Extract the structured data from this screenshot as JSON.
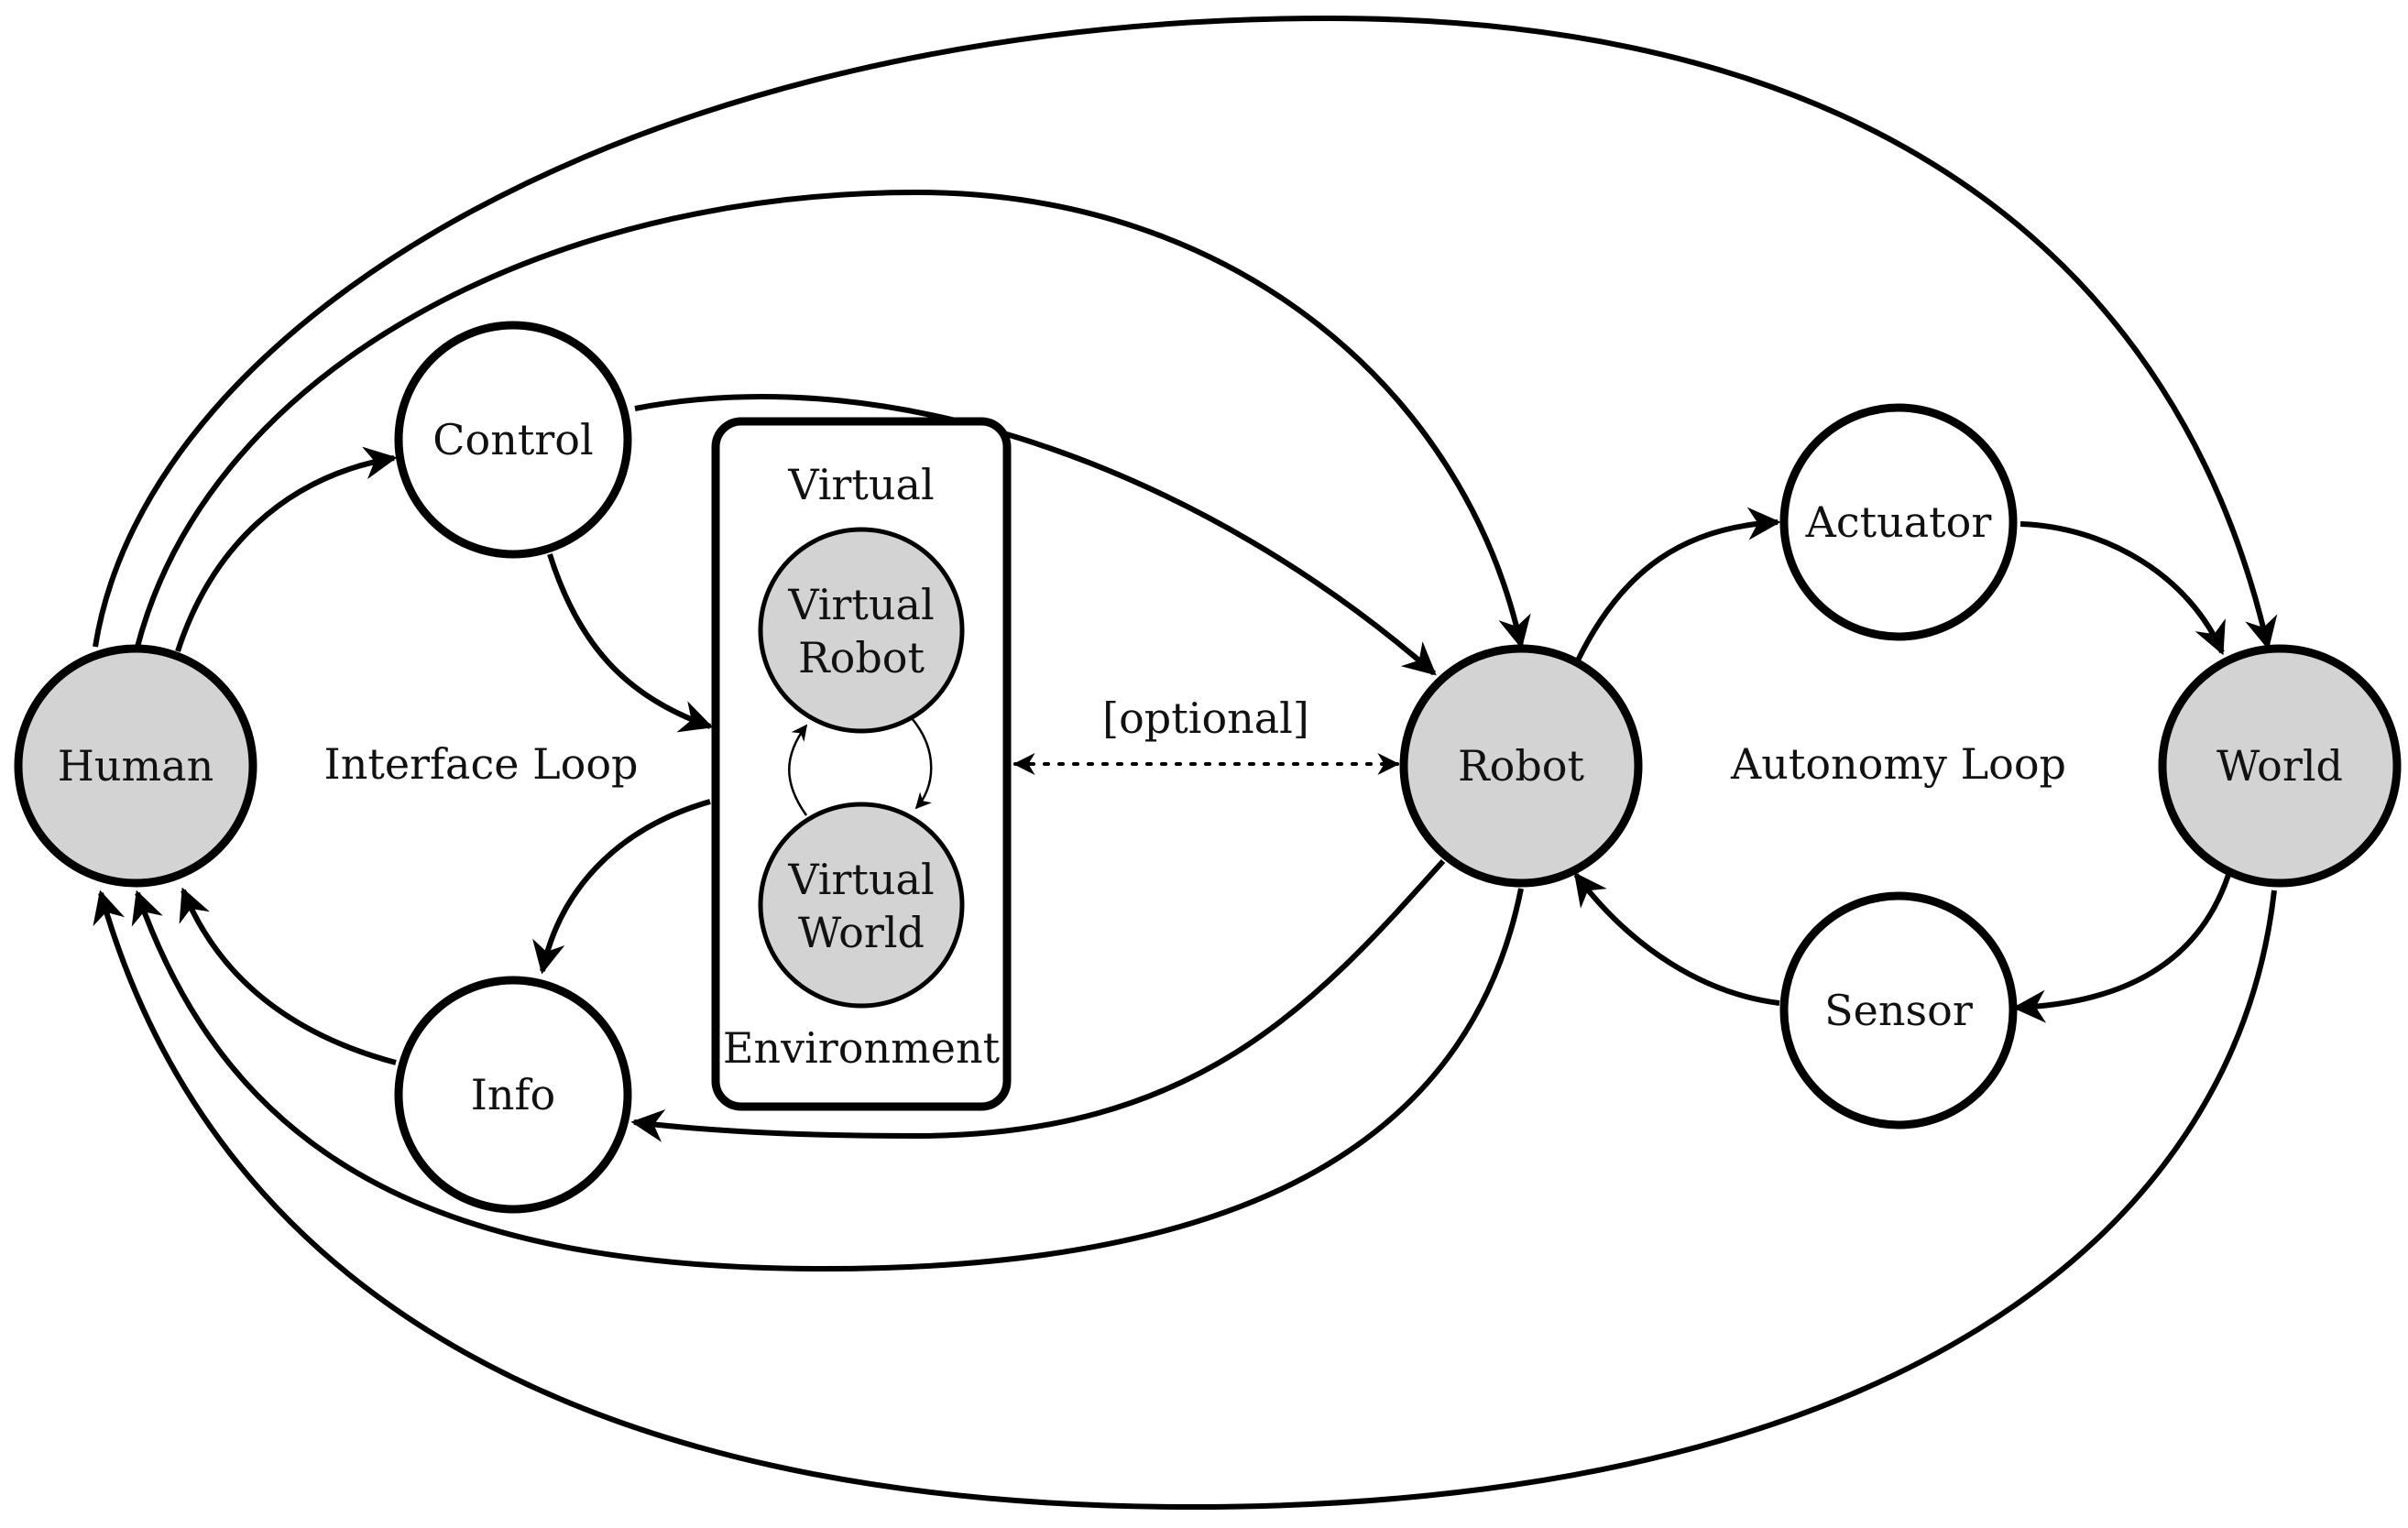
{
  "nodes": {
    "human": "Human",
    "control": "Control",
    "info": "Info",
    "robot": "Robot",
    "actuator": "Actuator",
    "sensor": "Sensor",
    "world": "World",
    "virtual_robot_line1": "Virtual",
    "virtual_robot_line2": "Robot",
    "virtual_world_line1": "Virtual",
    "virtual_world_line2": "World"
  },
  "environment": {
    "top_label": "Virtual",
    "bottom_label": "Environment"
  },
  "loops": {
    "interface": "Interface Loop",
    "autonomy": "Autonomy Loop"
  },
  "optional_link": "[optional]",
  "colors": {
    "gray_node_fill": "#d3d3d3",
    "white_node_fill": "#ffffff",
    "stroke": "#000000"
  }
}
